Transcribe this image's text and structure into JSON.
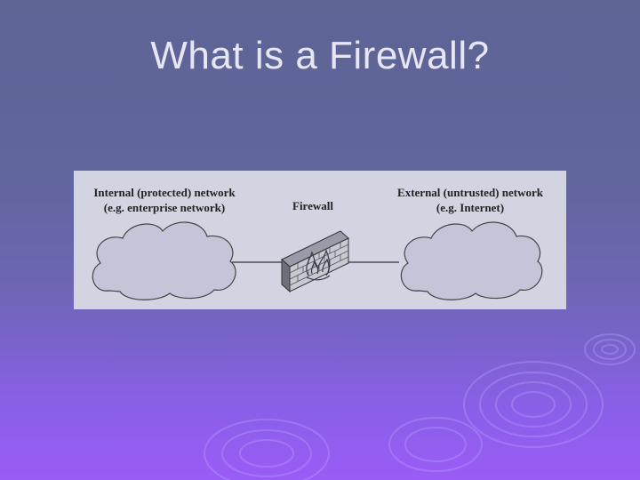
{
  "slide": {
    "title": "What is a Firewall?"
  },
  "diagram": {
    "internal_network": {
      "line1": "Internal (protected) network",
      "line2": "(e.g. enterprise network)"
    },
    "firewall_label": "Firewall",
    "external_network": {
      "line1": "External (untrusted) network",
      "line2": "(e.g. Internet)"
    }
  },
  "colors": {
    "figure_background": "#d3d4e2",
    "cloud_fill": "#c4c5d8",
    "title_text": "#e6e6f4"
  },
  "icons": [
    "cloud-icon",
    "brick-wall-icon",
    "flame-icon"
  ]
}
